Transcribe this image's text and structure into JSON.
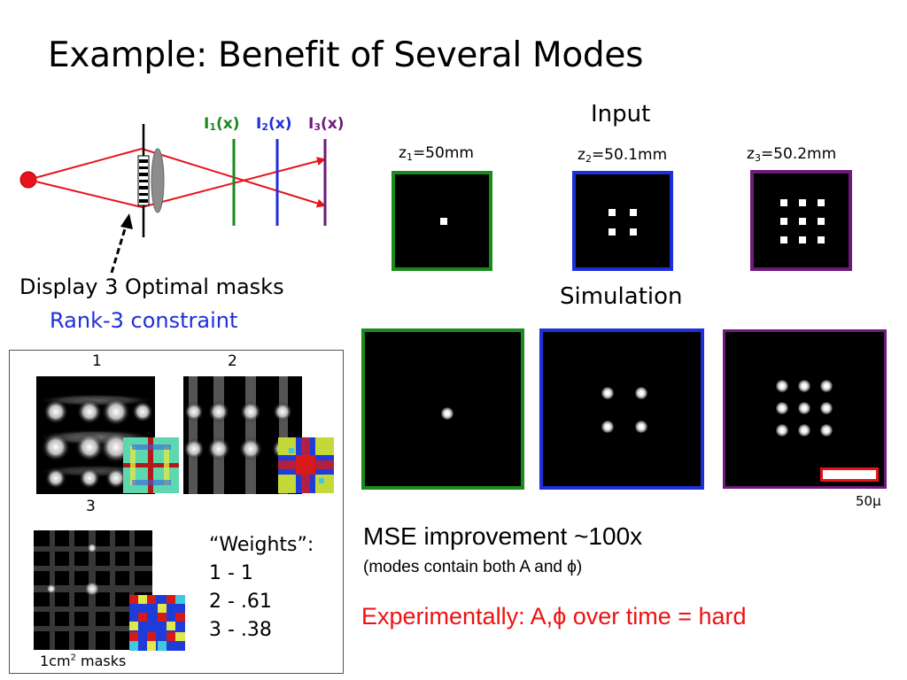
{
  "slide": {
    "title": "Example: Benefit of Several Modes"
  },
  "diagram": {
    "planes": [
      {
        "letter": "I",
        "sub": "1",
        "suffix": "(x)",
        "color": "#1a8a1a"
      },
      {
        "letter": "I",
        "sub": "2",
        "suffix": "(x)",
        "color": "#1f2fd8"
      },
      {
        "letter": "I",
        "sub": "3",
        "suffix": "(x)",
        "color": "#6e1a7a"
      }
    ],
    "caption_line1": "Display 3 Optimal masks",
    "caption_line2": "Rank-3 constraint"
  },
  "masks": {
    "labels": [
      "1",
      "2",
      "3"
    ],
    "weights_title": "“Weights”:",
    "weights": [
      "1 - 1",
      "2 - .61",
      "3 - .38"
    ],
    "footnote_pre": "1cm",
    "footnote_sup": "2",
    "footnote_post": " masks"
  },
  "input": {
    "heading": "Input",
    "planes": [
      {
        "z": "z",
        "sub": "1",
        "value": "=50mm",
        "frame_color": "#1a8a1a",
        "grid": "1x1"
      },
      {
        "z": "z",
        "sub": "2",
        "value": "=50.1mm",
        "frame_color": "#1f2fd8",
        "grid": "2x2"
      },
      {
        "z": "z",
        "sub": "3",
        "value": "=50.2mm",
        "frame_color": "#6e1a7a",
        "grid": "3x3"
      }
    ]
  },
  "simulation": {
    "heading": "Simulation",
    "scale_label": "50μ"
  },
  "result": {
    "mse": "MSE improvement ~100x",
    "modes": "(modes contain both A and ϕ)",
    "experimental": "Experimentally: A,ϕ over time = hard"
  },
  "colors": {
    "green": "#1a8a1a",
    "blue": "#1f2fd8",
    "purple": "#6e1a7a",
    "red": "#ee1111"
  }
}
